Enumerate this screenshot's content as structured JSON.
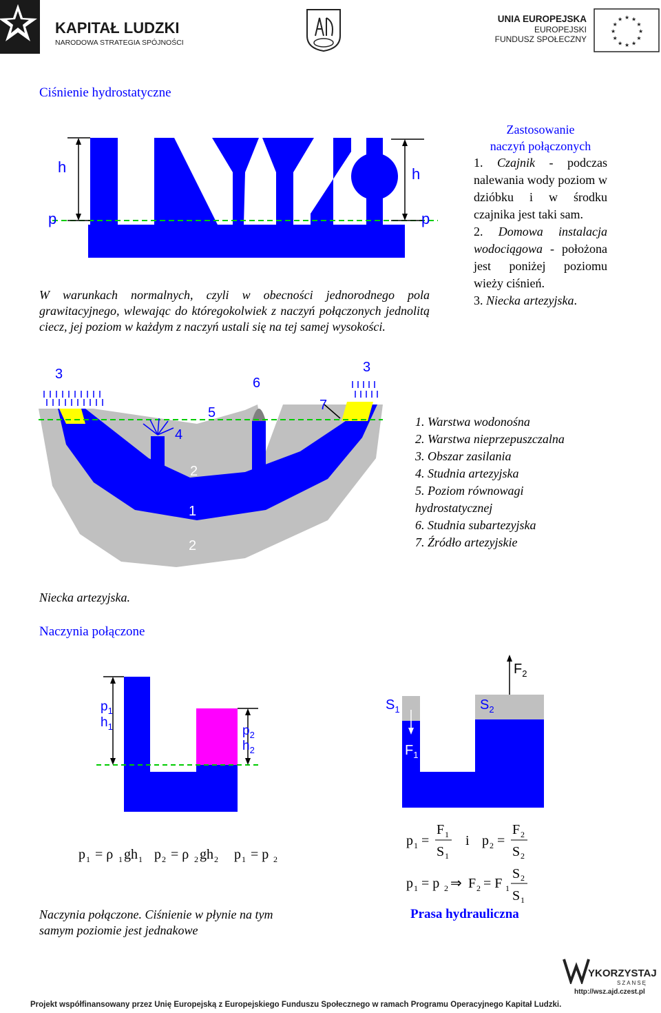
{
  "header": {
    "kl_title": "KAPITAŁ LUDZKI",
    "kl_subtitle": "NARODOWA STRATEGIA SPÓJNOŚCI",
    "eu_line1": "UNIA EUROPEJSKA",
    "eu_line2": "EUROPEJSKI",
    "eu_line3": "FUNDUSZ SPOŁECZNY"
  },
  "section1": {
    "title": "Ciśnienie hydrostatyczne",
    "fig_labels": {
      "h": "h",
      "p": "p"
    },
    "description": "W warunkach normalnych, czyli w obecności jednorodnego pola grawitacyjnego, wlewając do któregokolwiek z naczyń połączonych jednolitą ciecz, jej poziom w każdym z naczyń ustali się na tej samej wysokości.",
    "side_title_1": "Zastosowanie",
    "side_title_2": "naczyń połączonych",
    "items": [
      {
        "num": "1.",
        "lead": "Czajnik",
        "rest": " - podczas nalewania wody poziom w dzióbku i w środku czajnika jest taki sam."
      },
      {
        "num": "2.",
        "lead": "Domowa instalacja wodociągowa",
        "rest": " - położona jest poniżej poziomu wieży ciśnień."
      },
      {
        "num": "3.",
        "lead": "Niecka artezyjska",
        "rest": "."
      }
    ]
  },
  "artesian": {
    "labels": {
      "n1": "1",
      "n2": "2",
      "n3": "3",
      "n4": "4",
      "n5": "5",
      "n6": "6",
      "n7": "7"
    },
    "legend": [
      "1. Warstwa wodonośna",
      "2. Warstwa nieprzepuszczalna",
      "3. Obszar zasilania",
      "4. Studnia artezyjska",
      "5. Poziom równowagi",
      "hydrostatycznej",
      "6. Studnia subartezyjska",
      "7. Źródło artezyjskie"
    ],
    "caption": "Niecka artezyjska."
  },
  "section2": {
    "title": "Naczynia połączone",
    "fig_labels": {
      "p1": "p",
      "h1": "h",
      "p2": "p",
      "h2": "h",
      "s1": "S",
      "s2": "S",
      "f1": "F",
      "f2": "F",
      "sub1": "1",
      "sub2": "2"
    },
    "caption": "Naczynia połączone. Ciśnienie w płynie na tym samym poziomie jest jednakowe",
    "press_caption": "Prasa hydrauliczna"
  },
  "footer": {
    "logo_text": "YKORZYSTAJ",
    "logo_sub": "SZANSĘ",
    "url": "http://wsz.ajd.czest.pl",
    "line": "Projekt współfinansowany przez Unię Europejską z Europejskiego Funduszu Społecznego w ramach Programu Operacyjnego Kapitał Ludzki."
  },
  "colors": {
    "water": "#0000ff",
    "rock": "#c0c0c0",
    "magenta": "#ff00ff",
    "yellow": "#ffff00",
    "level": "#00cc00"
  }
}
